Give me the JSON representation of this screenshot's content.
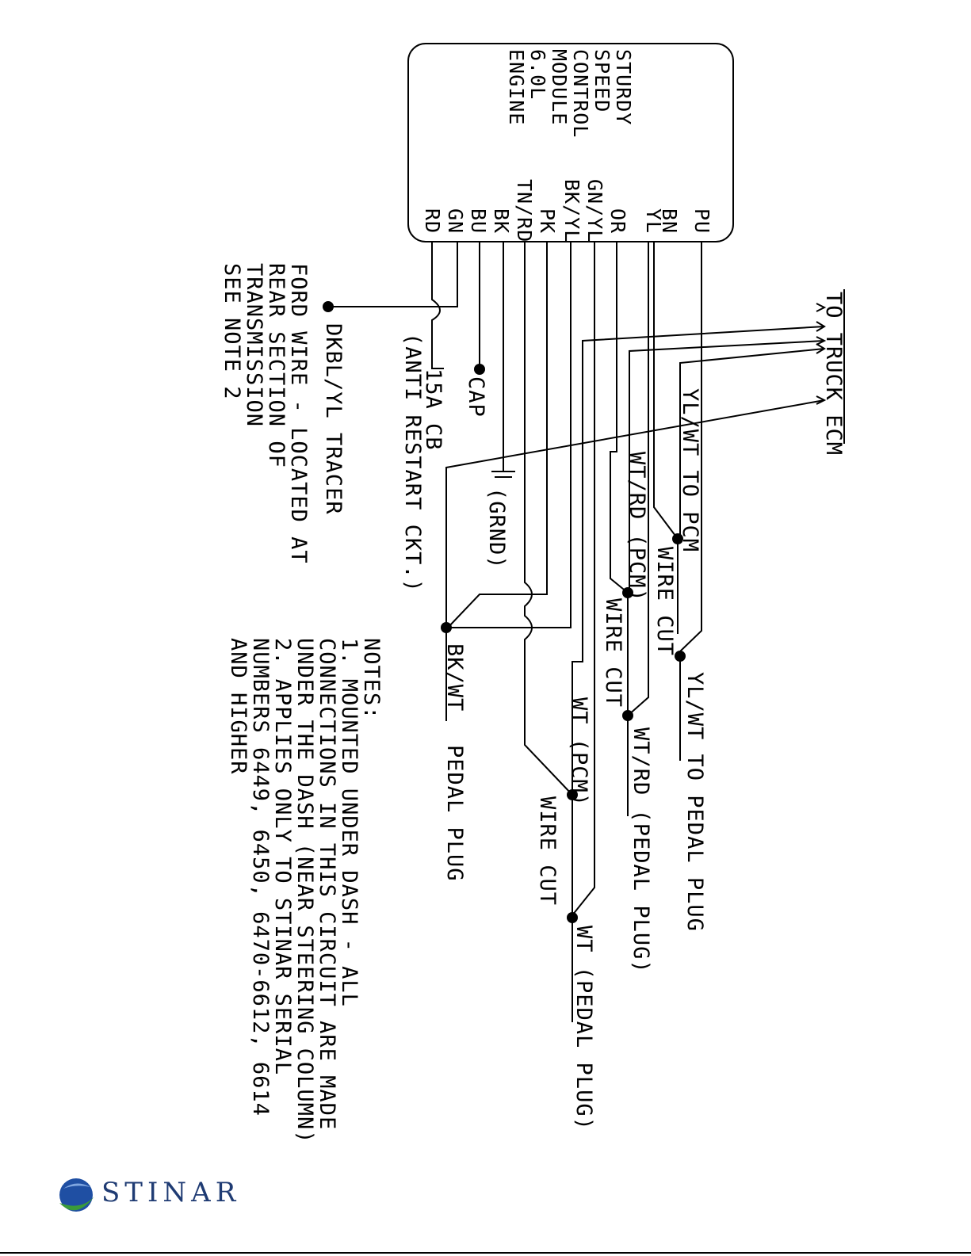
{
  "module": {
    "title_lines": [
      "STURDY",
      "SPEED",
      "CONTROL",
      "MODULE",
      "6.0L",
      "ENGINE"
    ],
    "pins": [
      "PU",
      "BN",
      "YL",
      "OR",
      "GN/YL",
      "BK/YL",
      "PK",
      "TN/RD",
      "BK",
      "BU",
      "GN",
      "RD"
    ]
  },
  "labels": {
    "to_truck_ecm": "TO TRUCK ECM",
    "yl_wt_to_pcm": "YL/WT TO PCM",
    "wire_cut_1": "WIRE CUT",
    "yl_wt_to_pedal": "YL/WT TO PEDAL PLUG",
    "wt_rd_pcm": "WT/RD (PCM)",
    "wire_cut_2": "WIRE CUT",
    "wt_rd_pedal": "WT/RD (PEDAL PLUG)",
    "wt_pcm": "WT (PCM)",
    "wire_cut_3": "WIRE CUT",
    "wt_pedal": "WT (PEDAL PLUG)",
    "bk_wt": "BK/WT",
    "pedal_plug": "PEDAL PLUG",
    "grnd": "(GRND)",
    "cap": "CAP",
    "cb": "15A CB",
    "anti_restart": "(ANTI RESTART CKT.)",
    "tracer": "DKBL/YL  TRACER",
    "ford_wire_lines": [
      "FORD WIRE - LOCATED AT",
      "REAR SECTION OF",
      "TRANSMISSION",
      "SEE NOTE 2"
    ]
  },
  "notes": {
    "title": "NOTES:",
    "lines": [
      "1. MOUNTED UNDER DASH - ALL",
      "CONNECTIONS IN THIS CIRCUIT ARE MADE",
      "UNDER THE DASH (NEAR STEERING COLUMN)",
      "2. APPLIES ONLY TO STINAR SERIAL",
      "NUMBERS 6449, 6450, 6470-6612, 6614",
      "AND HIGHER"
    ]
  },
  "brand": {
    "name": "STINAR",
    "colors": {
      "blue": "#1f4fa3",
      "green": "#3a9b3a",
      "text": "#1f3b73"
    }
  }
}
